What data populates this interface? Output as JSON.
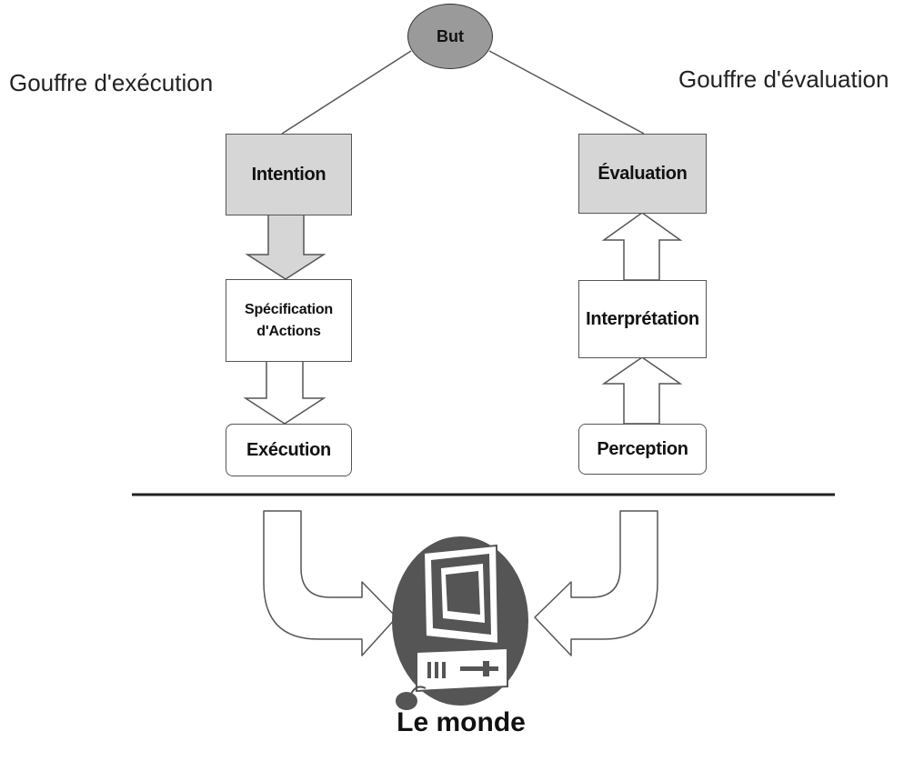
{
  "diagram": {
    "goal": "But",
    "execution_gulf": "Gouffre d'exécution",
    "evaluation_gulf": "Gouffre d'évaluation",
    "execution": {
      "intention": "Intention",
      "action_spec_line1": "Spécification",
      "action_spec_line2": "d'Actions",
      "execution": "Exécution"
    },
    "evaluation": {
      "evaluation": "Évaluation",
      "interpretation": "Interprétation",
      "perception": "Perception"
    },
    "world": "Le monde"
  },
  "colors": {
    "box_fill": "#d6d6d6",
    "goal_fill": "#9a9a9a",
    "computer": "#555555",
    "stroke": "#555555"
  },
  "icons": [
    "computer-icon",
    "goal-ellipse"
  ]
}
